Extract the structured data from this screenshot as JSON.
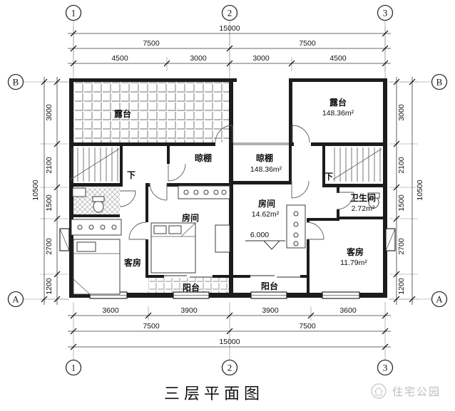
{
  "title": "三层平面图",
  "watermark": {
    "name": "住宅公园"
  },
  "grid": {
    "top": [
      "1",
      "2",
      "3"
    ],
    "bottom": [
      "1",
      "2",
      "3"
    ],
    "left": [
      "B",
      "A"
    ],
    "right": [
      "B",
      "A"
    ]
  },
  "dims": {
    "top": {
      "total": "15000",
      "half_left": "7500",
      "half_right": "7500",
      "segs": [
        "4500",
        "3000",
        "3000",
        "4500"
      ]
    },
    "bottom": {
      "total": "15000",
      "half_left": "7500",
      "half_right": "7500",
      "segs": [
        "3600",
        "3900",
        "3900",
        "3600"
      ]
    },
    "left": {
      "total": "10500",
      "segs": [
        "3000",
        "2100",
        "1500",
        "2700",
        "1200"
      ]
    },
    "right": {
      "total": "10500",
      "segs": [
        "3000",
        "2100",
        "1500",
        "2700",
        "1200"
      ]
    }
  },
  "rooms": {
    "terrace_left": "露台",
    "terrace_right": "露台",
    "terrace_right_area": "148.36m²",
    "canopy_left": "晾棚",
    "canopy_right": "晾棚",
    "canopy_right_area": "148.36m²",
    "room_left": "房间",
    "room_right": "房间",
    "room_right_area": "14.62m²",
    "bath_right": "卫生间",
    "bath_right_area": "2.72m²",
    "guest_left": "客房",
    "guest_right": "客房",
    "guest_right_area": "11.79m²",
    "balcony_left": "阳台",
    "balcony_right": "阳台",
    "elevation": "6.000",
    "stair_down_left": "下",
    "stair_down_right": "下"
  }
}
